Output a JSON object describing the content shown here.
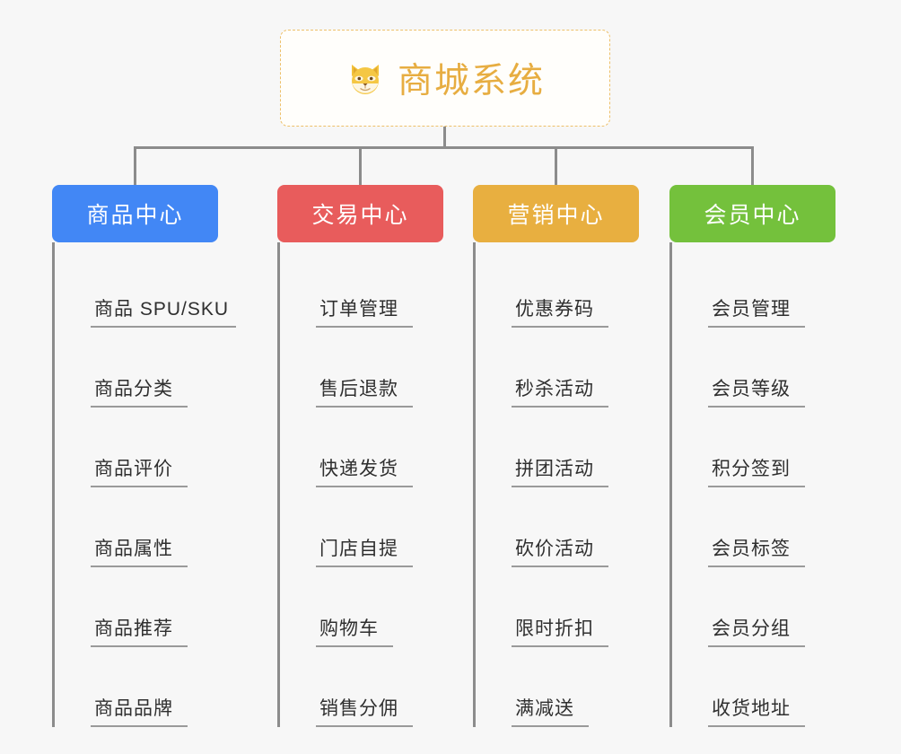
{
  "diagram": {
    "type": "mindmap-tree",
    "background_color": "#f7f7f7",
    "connector_color": "#8c8c8c",
    "root": {
      "icon": "shiba-dog-face-icon",
      "icon_glyph": "🐕",
      "title": "商城系统",
      "title_color": "#e7ad41",
      "border_style": "dashed",
      "border_color": "#edc06a",
      "background_color": "#fffefb"
    },
    "categories": [
      {
        "label": "商品中心",
        "color": "#4287f5",
        "items": [
          "商品 SPU/SKU",
          "商品分类",
          "商品评价",
          "商品属性",
          "商品推荐",
          "商品品牌"
        ]
      },
      {
        "label": "交易中心",
        "color": "#e85c5c",
        "items": [
          "订单管理",
          "售后退款",
          "快递发货",
          "门店自提",
          "购物车",
          "销售分佣"
        ]
      },
      {
        "label": "营销中心",
        "color": "#e8af40",
        "items": [
          "优惠券码",
          "秒杀活动",
          "拼团活动",
          "砍价活动",
          "限时折扣",
          "满减送"
        ]
      },
      {
        "label": "会员中心",
        "color": "#74c13c",
        "items": [
          "会员管理",
          "会员等级",
          "积分签到",
          "会员标签",
          "会员分组",
          "收货地址"
        ]
      }
    ]
  }
}
